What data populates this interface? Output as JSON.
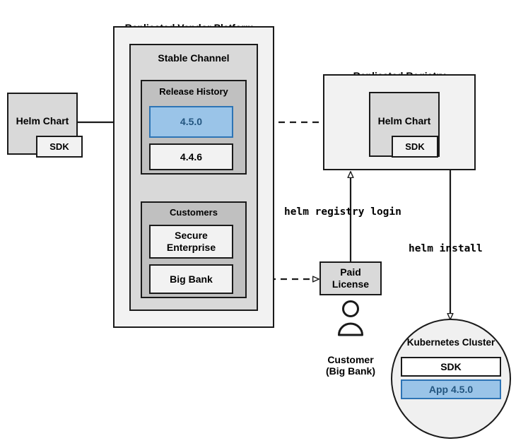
{
  "diagram": {
    "title_platform": "Replicated Vendor Platform",
    "title_registry": "Replicated Registry",
    "colors": {
      "highlight_fill": "#9ac4e8",
      "highlight_border": "#2d74b5",
      "highlight_text": "#23557f",
      "line": "#1a1a1a",
      "group_lightest": "#f2f2f2",
      "group_light": "#d9d9d9",
      "group_mid": "#c0c0c0"
    },
    "source_chart": {
      "label": "Helm Chart",
      "sdk_label": "SDK"
    },
    "platform": {
      "channel_title": "Stable Channel",
      "release_history": {
        "title": "Release History",
        "releases": [
          {
            "version": "4.5.0",
            "highlighted": true
          },
          {
            "version": "4.4.6",
            "highlighted": false
          }
        ]
      },
      "customers": {
        "title": "Customers",
        "items": [
          {
            "name": "Secure\nEnterprise"
          },
          {
            "name": "Big Bank"
          }
        ]
      }
    },
    "registry": {
      "chart_label": "Helm Chart",
      "sdk_label": "SDK"
    },
    "license": {
      "label": "Paid\nLicense"
    },
    "customer_actor": {
      "label": "Customer\n(Big Bank)"
    },
    "cluster": {
      "title": "Kubernetes Cluster",
      "items": [
        {
          "label": "SDK",
          "highlighted": false
        },
        {
          "label": "App 4.5.0",
          "highlighted": true
        }
      ]
    },
    "commands": {
      "registry_login": "helm registry login",
      "install": "helm install"
    }
  }
}
